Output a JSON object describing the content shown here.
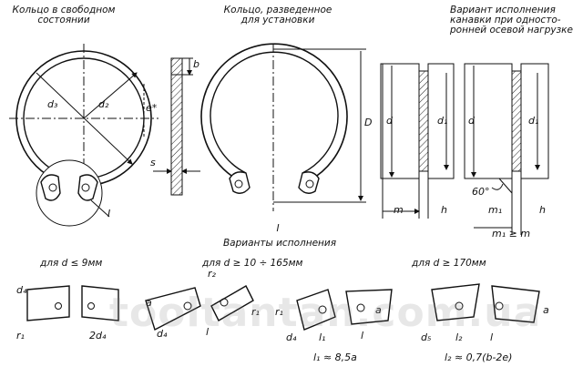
{
  "titles": {
    "free_ring": [
      "Кольцо в свободном",
      "состоянии"
    ],
    "spread_ring": [
      "Кольцо, разведенное",
      "для установки"
    ],
    "groove_variant": [
      "Вариант исполнения",
      "канавки при односто-",
      "ронней осевой нагрузке"
    ],
    "execution_variants": "Варианты исполнения"
  },
  "section_marker": "I",
  "callout_numeral": "I",
  "ranges": {
    "small": "для d ≤ 9мм",
    "medium": "для d ≥ 10 ÷ 165мм",
    "large": "для d ≥ 170мм"
  },
  "dims": {
    "d3": "d₃",
    "d2": "d₂",
    "e": "e*",
    "b": "b",
    "s": "s",
    "D": "D",
    "d": "d",
    "d1": "d₁",
    "m": "m",
    "h": "h",
    "m1": "m₁",
    "angle": "60°",
    "m1_rule": "m₁ ≥ m",
    "d4": "d₄",
    "r1": "r₁",
    "two_d4": "2d₄",
    "r2": "r₂",
    "a": "a",
    "l": "l",
    "d5": "d₅",
    "l1_rule": "l₁ ≈ 8,5a",
    "l2_rule": "l₂ ≈ 0,7(b-2e)",
    "l1": "l₁",
    "l2": "l₂"
  },
  "watermark": "tooltantan.com.ua",
  "colors": {
    "ink": "#111111",
    "background": "#ffffff"
  }
}
